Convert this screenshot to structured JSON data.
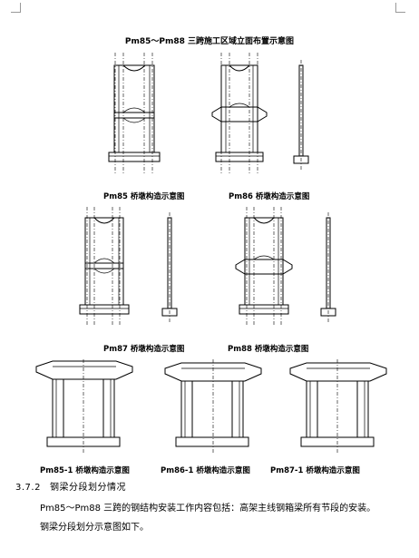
{
  "document": {
    "figure_title": "Pm85～Pm88 三跨施工区域立面布置示意图",
    "captions": {
      "pm85": "Pm85 桥墩构造示意图",
      "pm86": "Pm86 桥墩构造示意图",
      "pm87": "Pm87 桥墩构造示意图",
      "pm88": "Pm88 桥墩构造示意图",
      "pm85_1": "Pm85-1 桥墩构造示意图",
      "pm86_1": "Pm86-1 桥墩构造示意图",
      "pm87_1": "Pm87-1 桥墩构造示意图"
    },
    "section": {
      "number": "3.7.2",
      "title": "钢梁分段划分情况"
    },
    "paragraphs": [
      "Pm85～Pm88 三跨的钢结构安装工作内容包括：高架主线钢箱梁所有节段的安装。",
      "钢梁分段划分示意图如下。"
    ]
  }
}
